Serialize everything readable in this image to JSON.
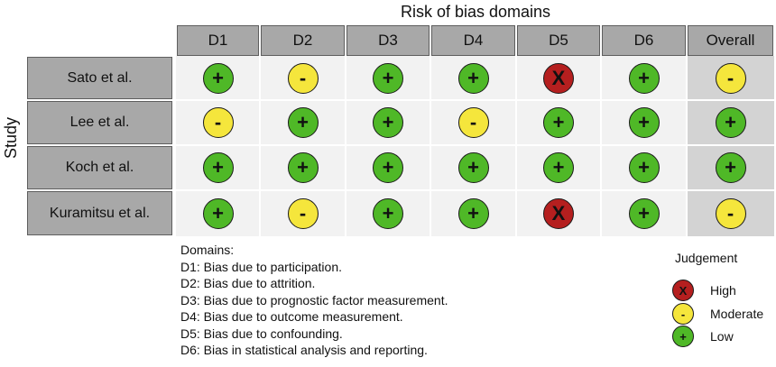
{
  "header_title": "Risk of bias domains",
  "row_axis_label": "Study",
  "columns": [
    "D1",
    "D2",
    "D3",
    "D4",
    "D5",
    "D6",
    "Overall"
  ],
  "studies": [
    "Sato et al.",
    "Lee et al.",
    "Koch et al.",
    "Kuramitsu et al."
  ],
  "judgements": [
    [
      "low",
      "moderate",
      "low",
      "low",
      "high",
      "low",
      "moderate"
    ],
    [
      "moderate",
      "low",
      "low",
      "moderate",
      "low",
      "low",
      "low"
    ],
    [
      "low",
      "low",
      "low",
      "low",
      "low",
      "low",
      "low"
    ],
    [
      "low",
      "moderate",
      "low",
      "low",
      "high",
      "low",
      "moderate"
    ]
  ],
  "symbols": {
    "low": "+",
    "moderate": "-",
    "high": "X"
  },
  "colors": {
    "low": "#4fb827",
    "moderate": "#f5e63c",
    "high": "#b51f1f",
    "header_bg": "#a8a8a8",
    "overall_bg": "#d3d3d3"
  },
  "domains_legend": {
    "title": "Domains:",
    "items": [
      "D1: Bias due to participation.",
      "D2: Bias due to attrition.",
      "D3: Bias due to prognostic factor measurement.",
      "D4: Bias due to outcome measurement.",
      "D5: Bias due to confounding.",
      "D6: Bias in statistical analysis and reporting."
    ]
  },
  "judgement_legend": {
    "title": "Judgement",
    "items": [
      {
        "key": "high",
        "label": "High"
      },
      {
        "key": "moderate",
        "label": "Moderate"
      },
      {
        "key": "low",
        "label": "Low"
      }
    ]
  },
  "chart_data": {
    "type": "table",
    "title": "Risk of bias domains",
    "ylabel": "Study",
    "categories": [
      "D1",
      "D2",
      "D3",
      "D4",
      "D5",
      "D6",
      "Overall"
    ],
    "rows": [
      {
        "study": "Sato et al.",
        "values": [
          "Low",
          "Moderate",
          "Low",
          "Low",
          "High",
          "Low",
          "Moderate"
        ]
      },
      {
        "study": "Lee et al.",
        "values": [
          "Moderate",
          "Low",
          "Low",
          "Moderate",
          "Low",
          "Low",
          "Low"
        ]
      },
      {
        "study": "Koch et al.",
        "values": [
          "Low",
          "Low",
          "Low",
          "Low",
          "Low",
          "Low",
          "Low"
        ]
      },
      {
        "study": "Kuramitsu et al.",
        "values": [
          "Low",
          "Moderate",
          "Low",
          "Low",
          "High",
          "Low",
          "Moderate"
        ]
      }
    ]
  }
}
